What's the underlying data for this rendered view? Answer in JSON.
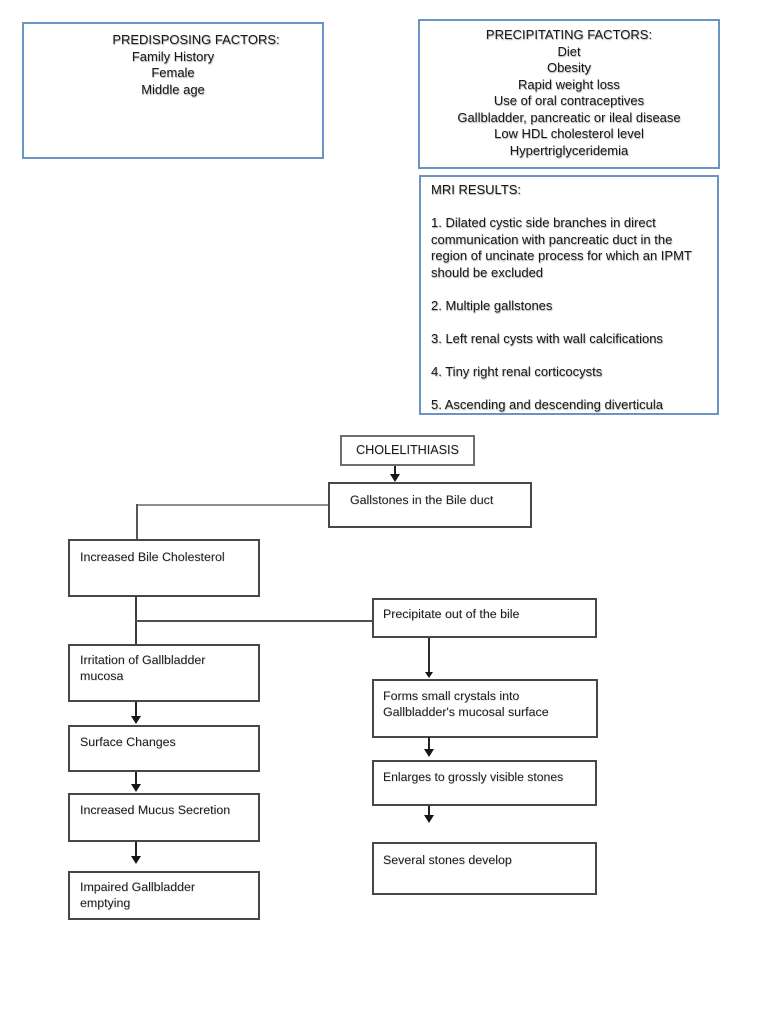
{
  "colors": {
    "page_background": "#ffffff",
    "info_box_border": "#6a94c4",
    "flow_node_border": "#474747",
    "connector_line": "#4f4f4f",
    "arrow": "#161616",
    "text": "#1c1c1c"
  },
  "info_boxes": {
    "predisposing": {
      "title": "PREDISPOSING FACTORS:",
      "items": [
        "Family History",
        "Female",
        "Middle age"
      ]
    },
    "precipitating": {
      "title": "PRECIPITATING FACTORS:",
      "items": [
        "Diet",
        "Obesity",
        "Rapid weight loss",
        "Use of oral contraceptives",
        "Gallbladder, pancreatic or ileal disease",
        "Low HDL cholesterol level",
        "Hypertriglyceridemia"
      ]
    },
    "mri": {
      "title": "MRI RESULTS:",
      "items": [
        "1. Dilated cystic side branches in direct communication with pancreatic duct in the region of uncinate process for which an IPMT should be excluded",
        "2. Multiple gallstones",
        "3. Left renal cysts with wall calcifications",
        "4. Tiny right renal corticocysts",
        "5. Ascending and descending diverticula"
      ]
    }
  },
  "flowchart": {
    "nodes": {
      "cholelithiasis": "CHOLELITHIASIS",
      "gallstones": "Gallstones in the Bile duct",
      "increased_bile": "Increased Bile Cholesterol",
      "precipitate": "Precipitate out of the bile",
      "irritation": "Irritation of Gallbladder mucosa",
      "forms_crystals": "Forms small crystals into Gallbladder's mucosal surface",
      "surface_changes": "Surface Changes",
      "enlarges": "Enlarges to grossly visible stones",
      "mucus": "Increased Mucus Secretion",
      "several_stones": "Several stones develop",
      "impaired": "Impaired Gallbladder emptying"
    }
  }
}
